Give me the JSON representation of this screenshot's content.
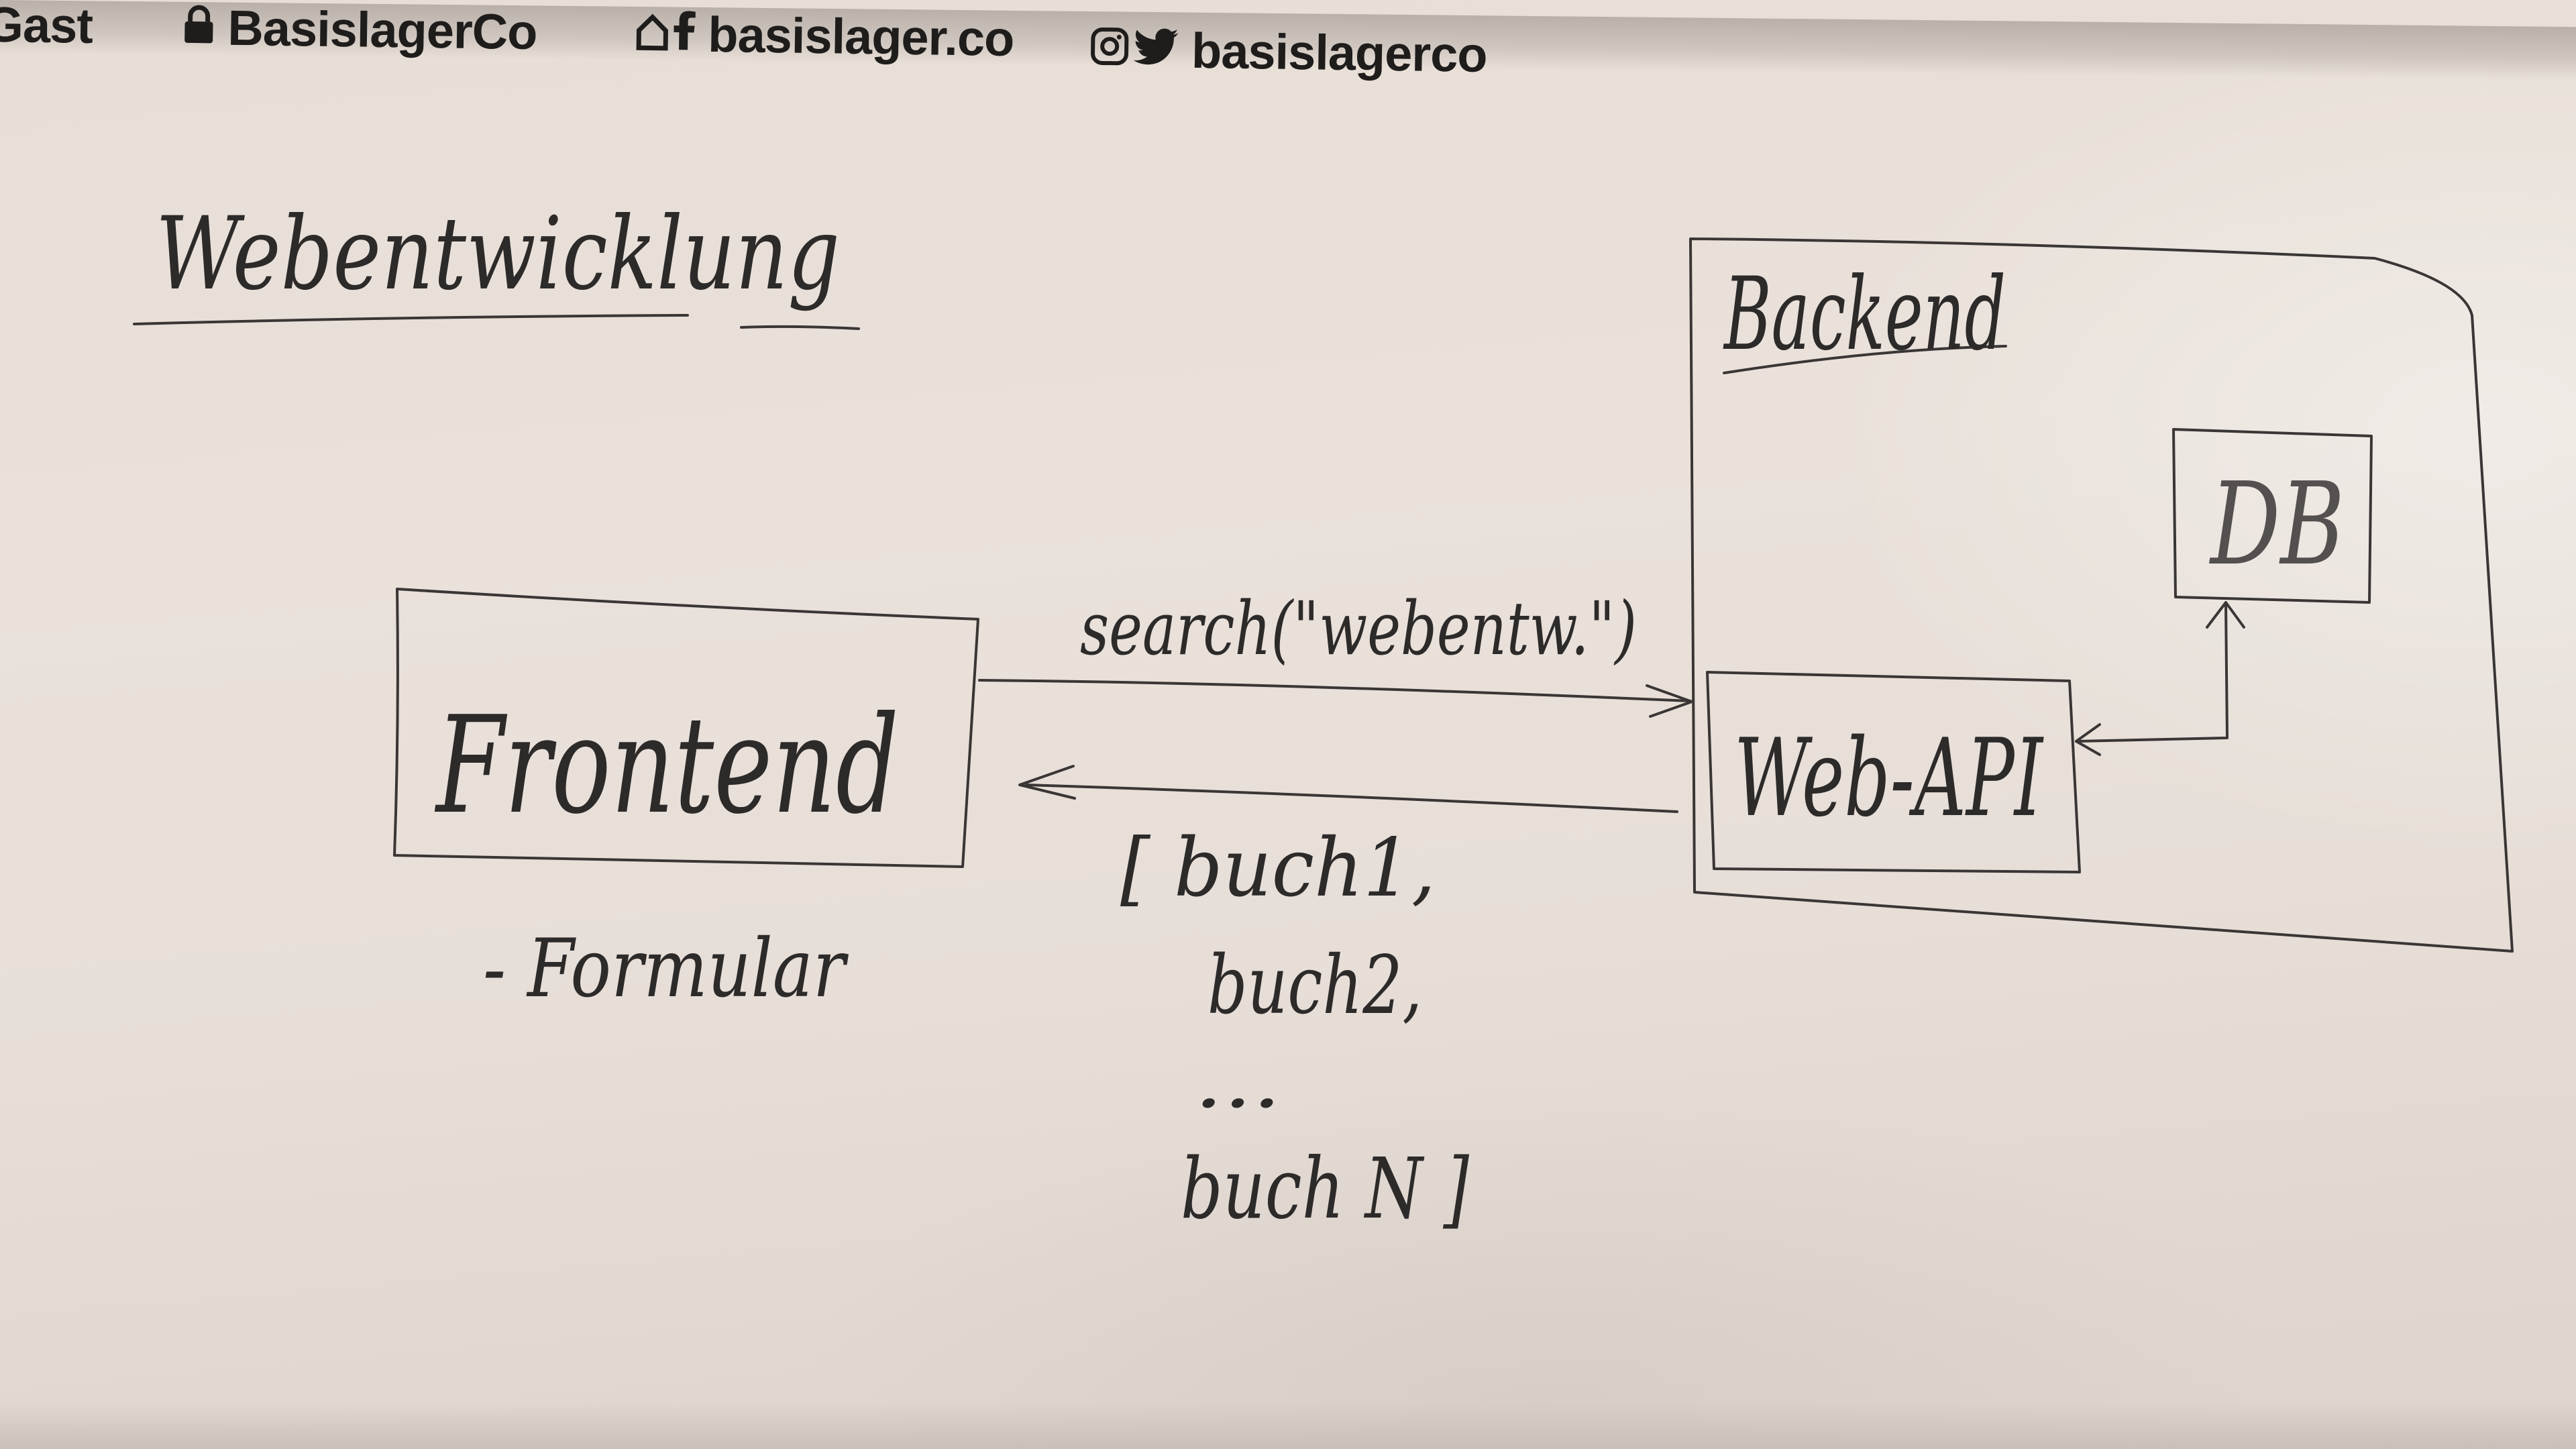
{
  "sticker": {
    "item_1": "Gast",
    "item_2": "BasislagerCo",
    "item_3": "basislager.co",
    "item_4": "basislagerco",
    "icons": [
      "lock-icon",
      "home-icon",
      "facebook-icon",
      "instagram-icon",
      "twitter-icon"
    ]
  },
  "whiteboard": {
    "heading": "Webentwicklung",
    "frontend_label": "Frontend",
    "frontend_note": "- Formular",
    "request_label": "search(\"webentw.\")",
    "response_lines": [
      "[ buch1,",
      "buch2,",
      "...",
      "buch N ]"
    ],
    "backend_label": "Backend",
    "api_label": "Web-API",
    "db_label": "DB"
  },
  "colors": {
    "board": "#e8e0d8",
    "ink": "#2d2a2a",
    "sticker_text": "#1f1d1c"
  }
}
